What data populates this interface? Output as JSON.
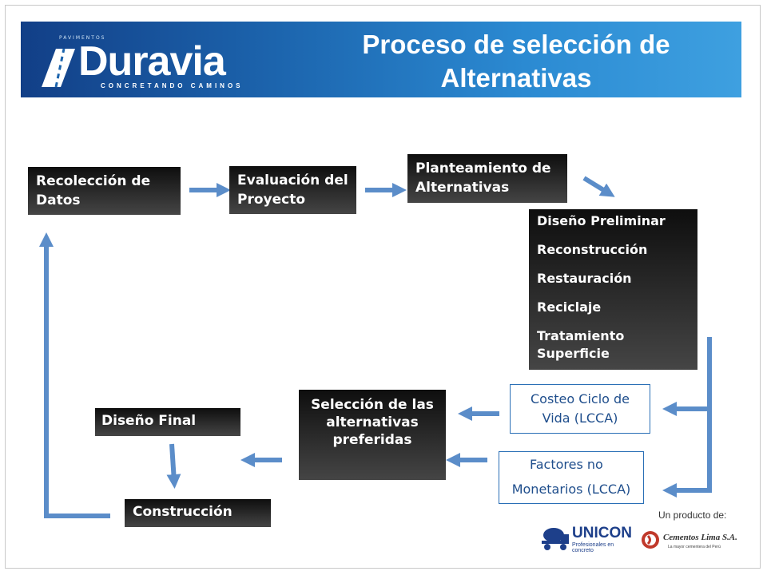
{
  "header": {
    "title": "Proceso de selección de Alternativas",
    "logo_small": "PAVIMENTOS",
    "logo_text": "Duravia",
    "logo_tagline": "CONCRETANDO CAMINOS"
  },
  "flow": {
    "recoleccion": "Recolección de Datos",
    "evaluacion": "Evaluación del Proyecto",
    "planteamiento": "Planteamiento de Alternativas",
    "diseno_preliminar": [
      "Diseño Preliminar",
      "Reconstrucción",
      "Restauración",
      "Reciclaje",
      "Tratamiento Superficie"
    ],
    "costeo": "Costeo Ciclo de Vida (LCCA)",
    "factores_line1": "Factores no",
    "factores_line2": "Monetarios (LCCA)",
    "seleccion": "Selección de las alternativas preferidas",
    "diseno_final": "Diseño Final",
    "construccion": "Construcción"
  },
  "footer": {
    "producto": "Un producto de:",
    "unicon_name": "UNICON",
    "unicon_tagline": "Profesionales en concreto",
    "cementos_name": "Cementos Lima S.A.",
    "cementos_tagline": "La mayor cementera del Perú"
  },
  "colors": {
    "banner": "#1c64ad",
    "arrow": "#5b8dc9",
    "box": "#2a2a2a",
    "box_border_blue": "#2a6fb6"
  }
}
